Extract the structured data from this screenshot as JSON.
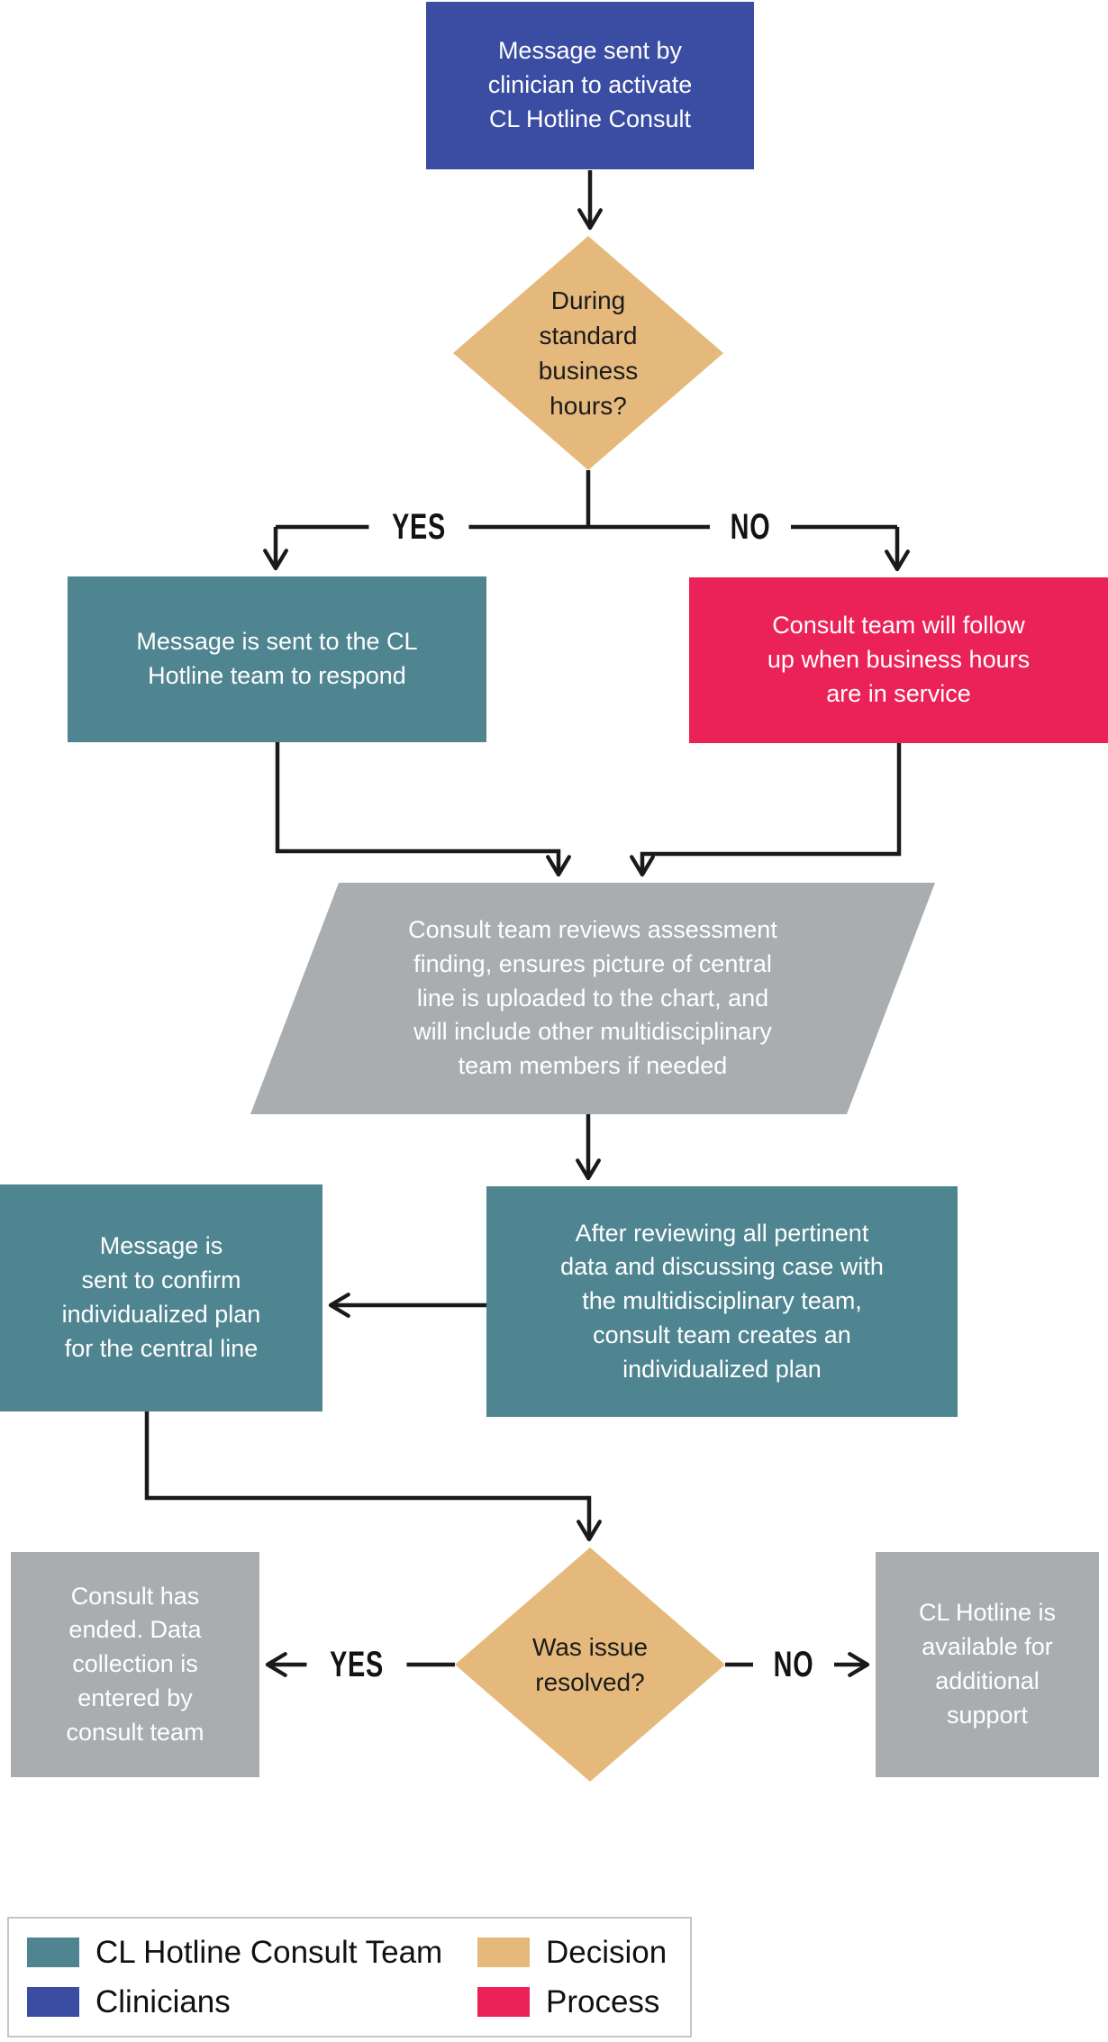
{
  "colors": {
    "consult_team": "#4F8591",
    "clinicians": "#3A4DA2",
    "decision": "#E5B97C",
    "process": "#EB2258",
    "neutral": "#A9ADB0",
    "connector": "#1A1A1A"
  },
  "flowchart": {
    "nodes": {
      "start": {
        "text": "Message sent by\nclinician to activate\nCL Hotline Consult"
      },
      "business_hours_decision": {
        "text": "During\nstandard\nbusiness\nhours?"
      },
      "hotline_respond": {
        "text": "Message is sent to the CL\nHotline team to respond"
      },
      "follow_up": {
        "text": "Consult team will follow\nup when business hours\nare in service"
      },
      "review": {
        "text": "Consult team reviews assessment\nfinding, ensures picture of central\nline is uploaded to the chart, and\nwill include other multidisciplinary\nteam members if needed"
      },
      "create_plan": {
        "text": "After reviewing all pertinent\ndata and discussing case with\nthe multidisciplinary team,\nconsult team creates an\nindividualized plan"
      },
      "confirm_plan": {
        "text": "Message is\nsent to confirm\nindividualized plan\nfor the central line"
      },
      "issue_resolved_decision": {
        "text": "Was issue\nresolved?"
      },
      "consult_ended": {
        "text": "Consult has\nended. Data\ncollection is\nentered by\nconsult team"
      },
      "additional_support": {
        "text": "CL Hotline is\navailable for\nadditional\nsupport"
      }
    },
    "branch_labels": {
      "business_hours_yes": "YES",
      "business_hours_no": "NO",
      "resolved_yes": "YES",
      "resolved_no": "NO"
    }
  },
  "legend": {
    "items": [
      {
        "label": "CL Hotline Consult Team",
        "color": "#4F8591"
      },
      {
        "label": "Clinicians",
        "color": "#3A4DA2"
      },
      {
        "label": "Decision",
        "color": "#E5B97C"
      },
      {
        "label": "Process",
        "color": "#EB2258"
      }
    ]
  }
}
